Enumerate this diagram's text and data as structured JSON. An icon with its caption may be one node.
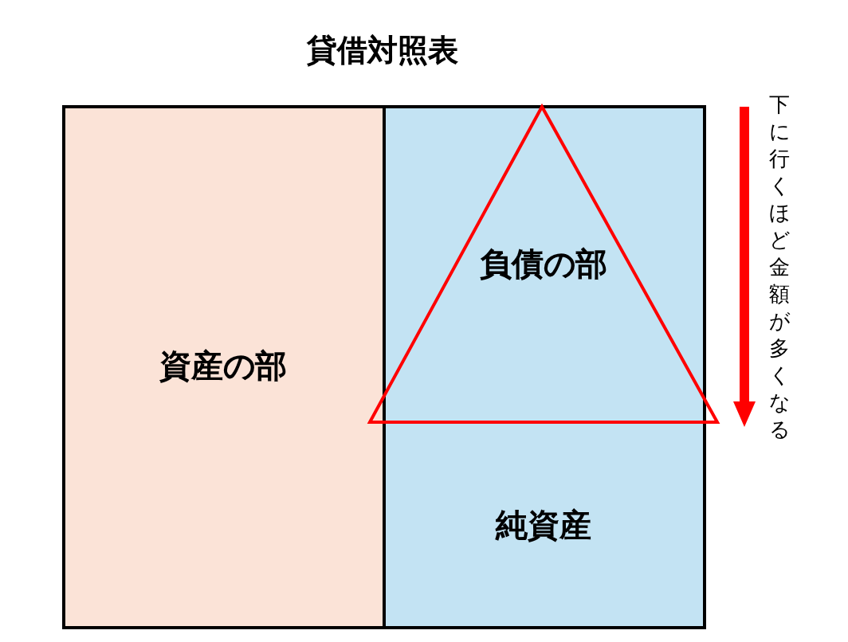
{
  "diagram": {
    "title": "貸借対照表",
    "nodes": [
      {
        "text": [
          "資産の部"
        ]
      },
      {
        "text": [
          "負債の部",
          "純資産"
        ]
      }
    ],
    "edges": [],
    "labels": [
      "下に行くほど金額が多くなる"
    ]
  }
}
